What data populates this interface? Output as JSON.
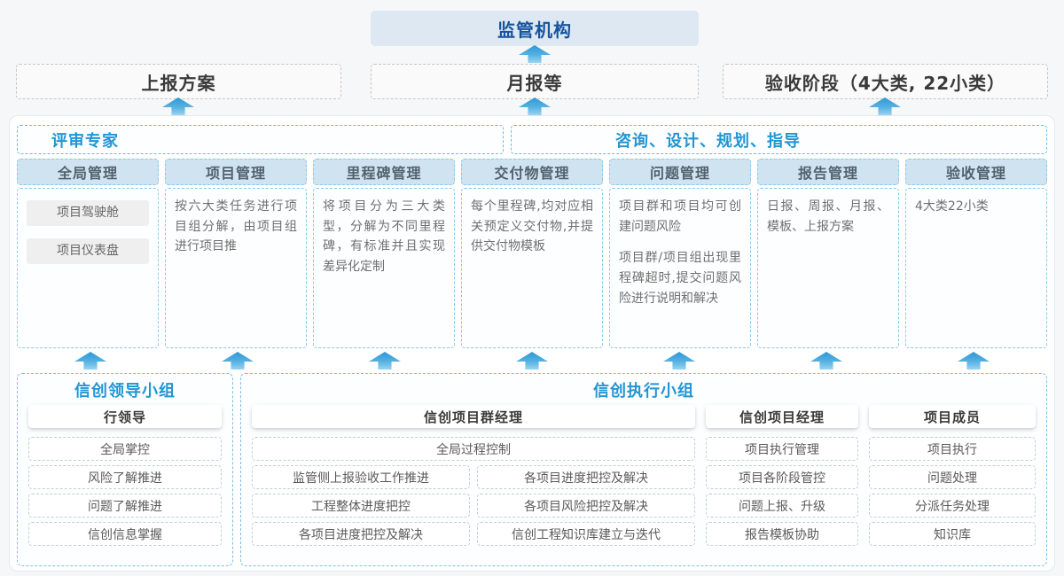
{
  "diagram": {
    "regulator": "监管机构",
    "outputs": [
      "上报方案",
      "月报等",
      "验收阶段（4大类, 22小类）"
    ],
    "platform": {
      "experts": "评审专家",
      "consulting": "咨询、设计、规划、指导",
      "columns": [
        {
          "title": "全局管理",
          "pills": [
            "项目驾驶舱",
            "项目仪表盘"
          ]
        },
        {
          "title": "项目管理",
          "text": "按六大类任务进行项目组分解，由项目组进行项目推"
        },
        {
          "title": "里程碑管理",
          "text": "将项目分为三大类型，分解为不同里程碑，有标准并且实现差异化定制"
        },
        {
          "title": "交付物管理",
          "text": "每个里程碑,均对应相关预定义交付物,并提供交付物模板"
        },
        {
          "title": "问题管理",
          "paragraphs": [
            "项目群和项目均可创建问题风险",
            "项目群/项目组出现里程碑超时,提交问题风险进行说明和解决"
          ]
        },
        {
          "title": "报告管理",
          "text": "日报、周报、月报、模板、上报方案"
        },
        {
          "title": "验收管理",
          "text": "4大类22小类"
        }
      ]
    },
    "groups": {
      "leadership": {
        "title": "信创领导小组",
        "role": "行领导",
        "items": [
          "全局掌控",
          "风险了解推进",
          "问题了解推进",
          "信创信息掌握"
        ]
      },
      "execution": {
        "title": "信创执行小组",
        "program_manager": {
          "role": "信创项目群经理",
          "wide_item": "全局过程控制",
          "left_items": [
            "监管侧上报验收工作推进",
            "工程整体进度把控",
            "各项目进度把控及解决"
          ],
          "right_items": [
            "各项目进度把控及解决",
            "各项目风险把控及解决",
            "信创工程知识库建立与迭代"
          ]
        },
        "project_manager": {
          "role": "信创项目经理",
          "items": [
            "项目执行管理",
            "项目各阶段管控",
            "问题上报、升级",
            "报告模板协助"
          ]
        },
        "members": {
          "role": "项目成员",
          "items": [
            "项目执行",
            "问题处理",
            "分派任务处理",
            "知识库"
          ]
        }
      }
    },
    "colors": {
      "accent_blue": "#2196d3",
      "regulator_text": "#17549e",
      "regulator_fill": "#dde8f3",
      "column_header_fill": "#cfe3f1",
      "arrow_blue": "#3f9fd8"
    }
  }
}
